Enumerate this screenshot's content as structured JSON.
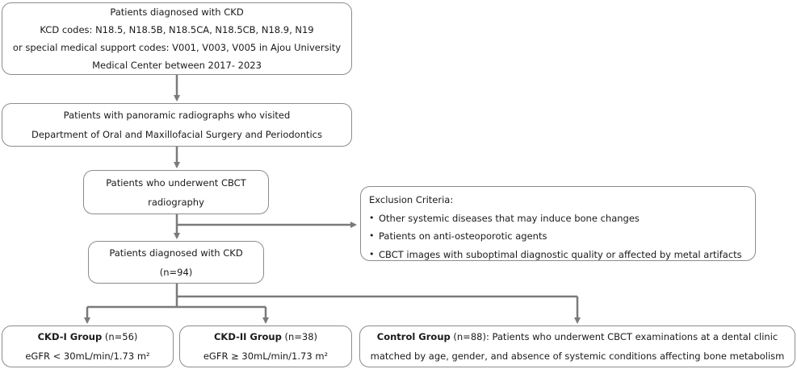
{
  "step1": {
    "lines": [
      "Patients diagnosed with CKD",
      "KCD codes: N18.5, N18.5B, N18.5CA, N18.5CB, N18.9, N19",
      "or special medical support codes: V001, V003, V005 in Ajou University",
      "Medical Center between 2017- 2023"
    ]
  },
  "step2": {
    "lines": [
      "Patients with panoramic radiographs who visited",
      "Department of Oral and Maxillofacial Surgery and Periodontics"
    ]
  },
  "step3": {
    "lines": [
      "Patients who underwent CBCT",
      "radiography"
    ]
  },
  "step4": {
    "lines": [
      "Patients diagnosed with CKD",
      "(n=94)"
    ]
  },
  "exclusion": {
    "title": "Exclusion Criteria:",
    "bullet": "•",
    "items": [
      "Other systemic diseases that may induce bone changes",
      "Patients on anti-osteoporotic agents",
      "CBCT images with suboptimal diagnostic quality or affected by metal artifacts"
    ]
  },
  "groups": {
    "ckd1": {
      "name": "CKD-I Group",
      "count": " (n=56)",
      "criterion": "eGFR < 30mL/min/1.73 m²"
    },
    "ckd2": {
      "name": "CKD-II Group",
      "count": " (n=38)",
      "criterion": "eGFR ≥ 30mL/min/1.73 m²"
    },
    "control": {
      "name": "Control Group",
      "count": " (n=88)",
      "desc1": ": Patients who underwent CBCT examinations at a dental clinic",
      "desc2": "matched by age, gender, and absence of systemic conditions affecting bone metabolism"
    }
  },
  "colors": {
    "arrow": "#7a7a7a",
    "border": "#8c8c8c"
  }
}
